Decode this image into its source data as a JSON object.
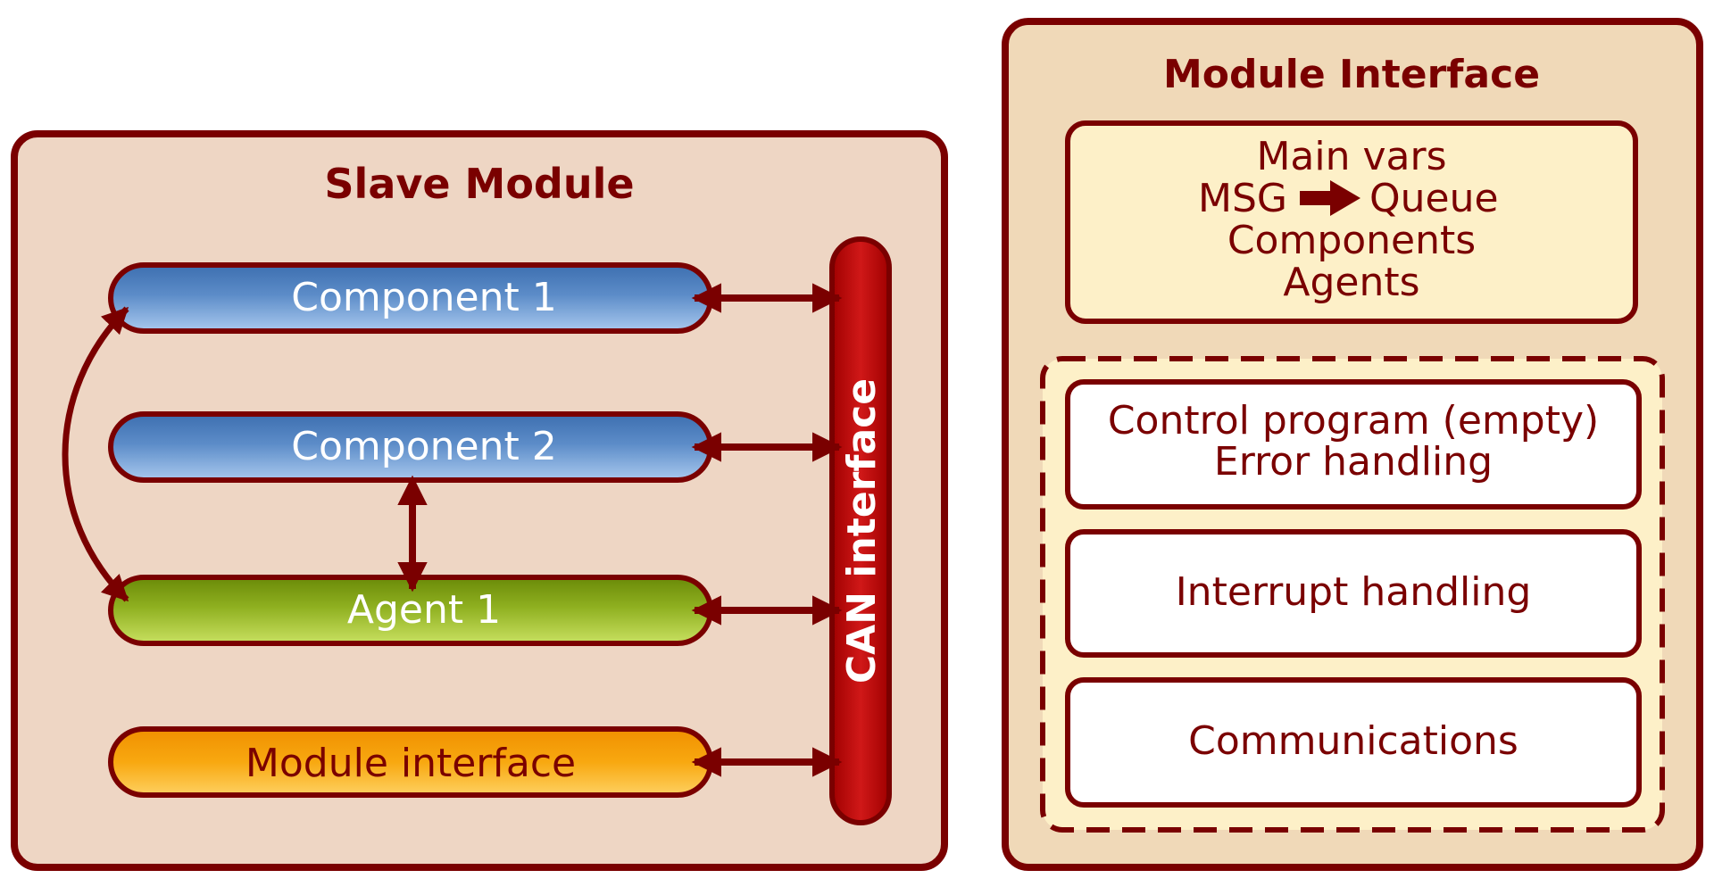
{
  "slave_module": {
    "title": "Slave Module",
    "components": [
      "Component 1",
      "Component 2"
    ],
    "agent": "Agent 1",
    "module_interface": "Module interface",
    "can_interface": "CAN interface"
  },
  "module_interface_panel": {
    "title": "Module Interface",
    "main_box": {
      "line1": "Main vars",
      "msg": "MSG",
      "queue": "Queue",
      "line3": "Components",
      "line4": "Agents"
    },
    "sections": {
      "control_line1": "Control program (empty)",
      "control_line2": "Error handling",
      "interrupt": "Interrupt handling",
      "communications": "Communications"
    }
  },
  "colors": {
    "border": "#7a0000",
    "slave_bg": "#eed6c4",
    "panel_bg": "#f0d9b8",
    "main_box_bg": "#fdf0c8",
    "title_text": "#7a0000",
    "component_blue": "#5c8cc8",
    "agent_green": "#8fb020",
    "module_orange": "#f8a810",
    "can_red": "#c81010"
  }
}
